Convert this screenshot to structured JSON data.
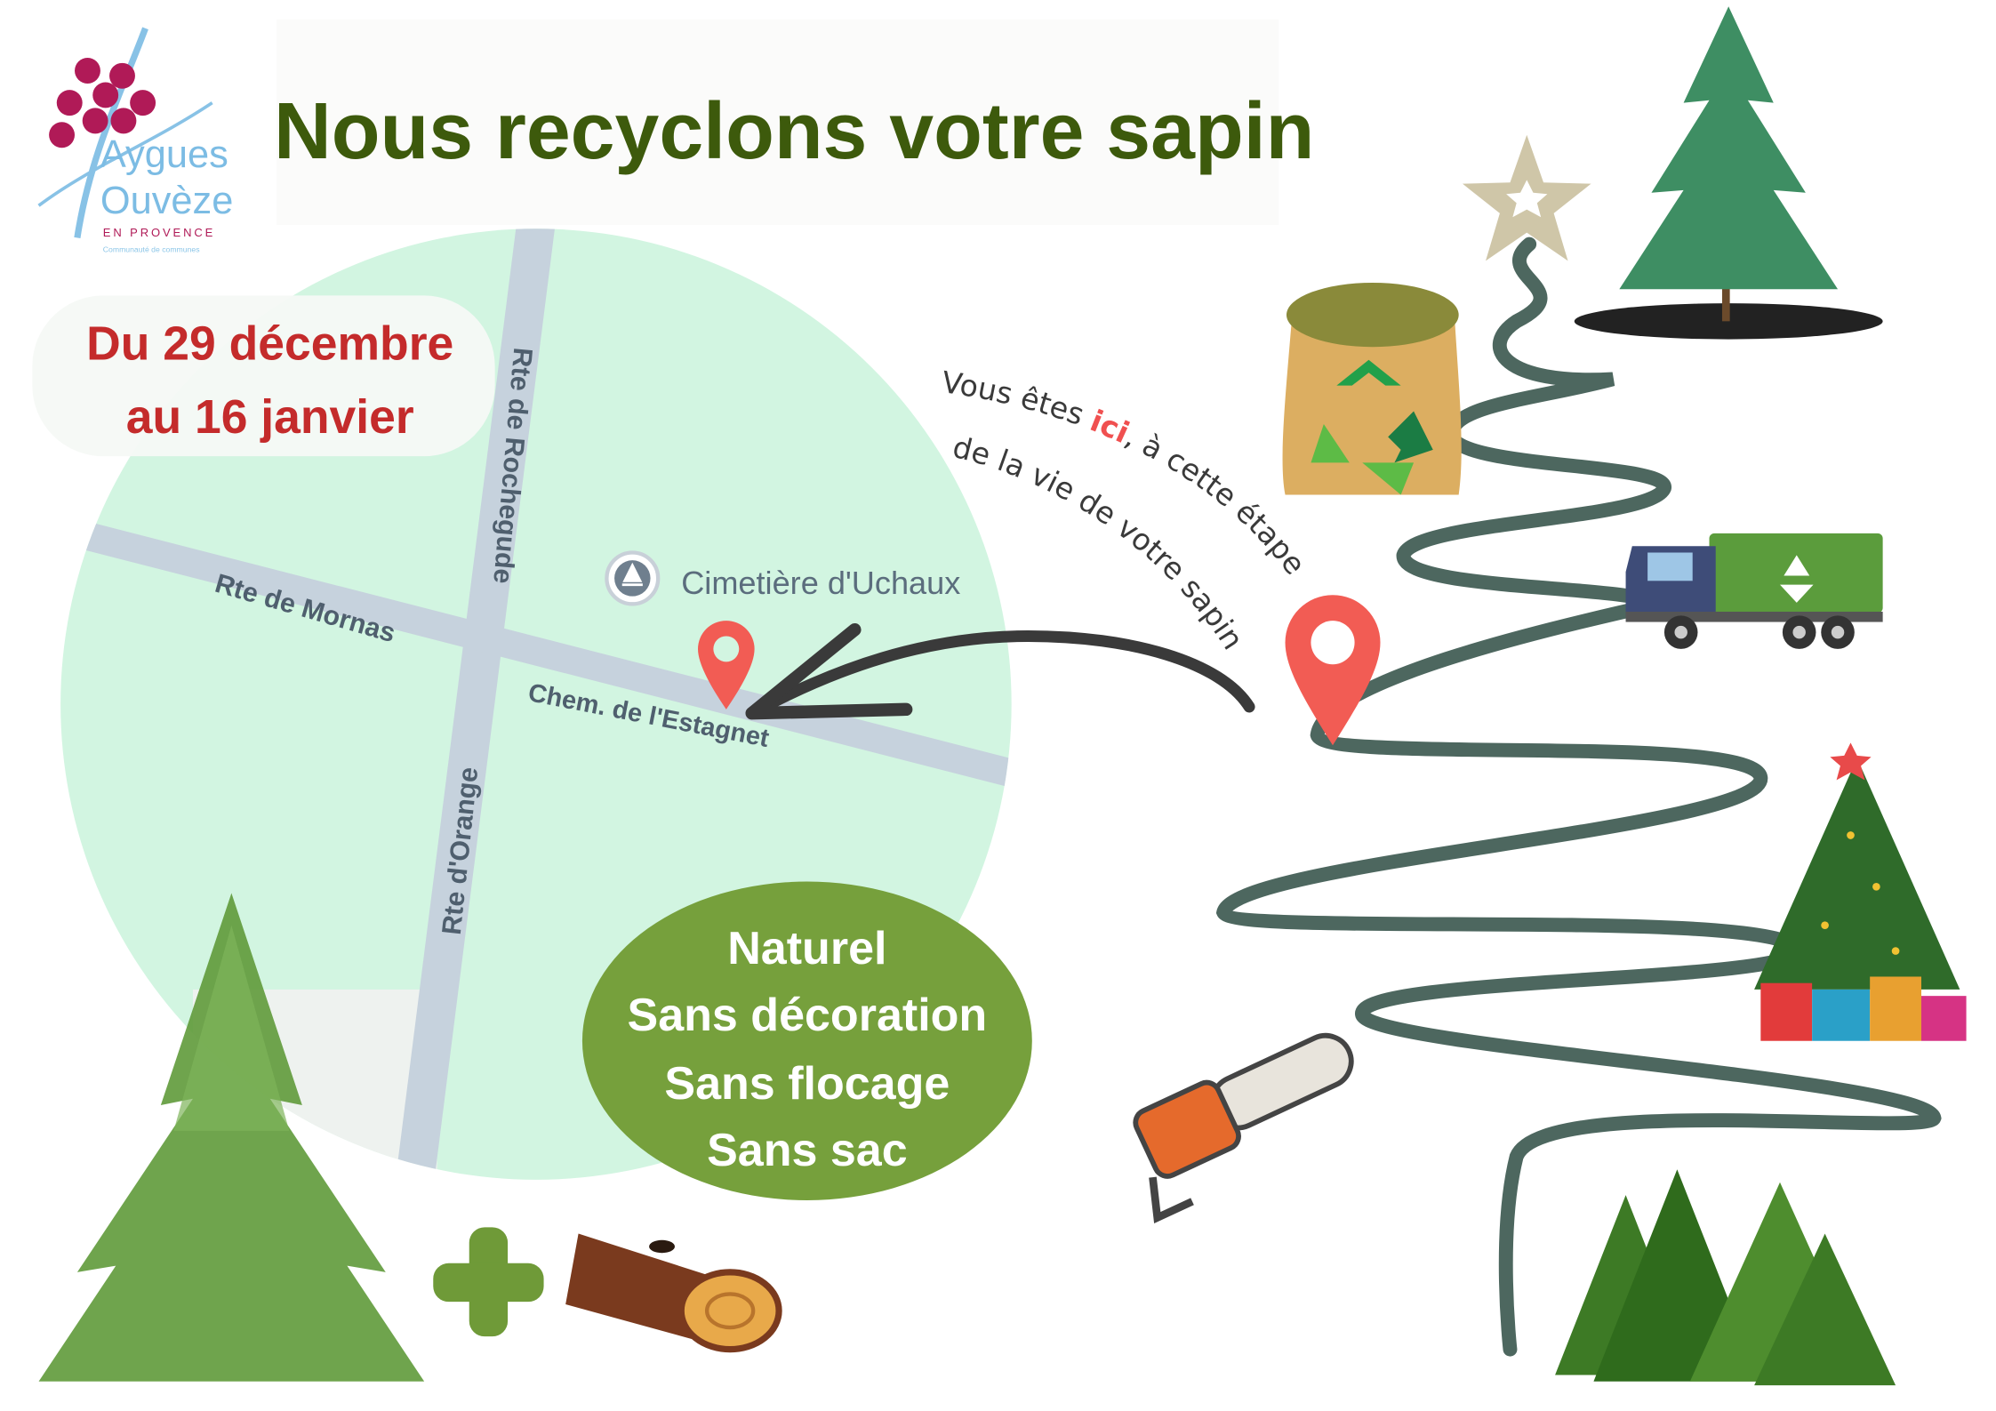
{
  "logo": {
    "line1": "Aygues",
    "line2": "Ouvèze",
    "line3": "EN PROVENCE",
    "line4": "Communauté de communes"
  },
  "title": "Nous recyclons votre sapin",
  "dates": {
    "line1": "Du 29 décembre",
    "line2": "au 16 janvier"
  },
  "map": {
    "roads": {
      "rochegude": "Rte de Rochegude",
      "mornas": "Rte de Mornas",
      "estagnet": "Chem. de l'Estagnet",
      "orange": "Rte d'Orange"
    },
    "poi": "Cimetière d'Uchaux"
  },
  "callout": {
    "part1": "Vous êtes ",
    "highlight": "ici",
    "part2": ", à cette étape",
    "line2": "de la vie de votre sapin"
  },
  "conditions": [
    "Naturel",
    "Sans décoration",
    "Sans flocage",
    "Sans sac"
  ],
  "colors": {
    "title": "#3d5a0c",
    "date": "#c42b2b",
    "highlight": "#f05050",
    "conditions_bg": "#76a03c",
    "map_bg": "#d2f5e1",
    "path": "#4d675f",
    "pin": "#f25c54"
  }
}
